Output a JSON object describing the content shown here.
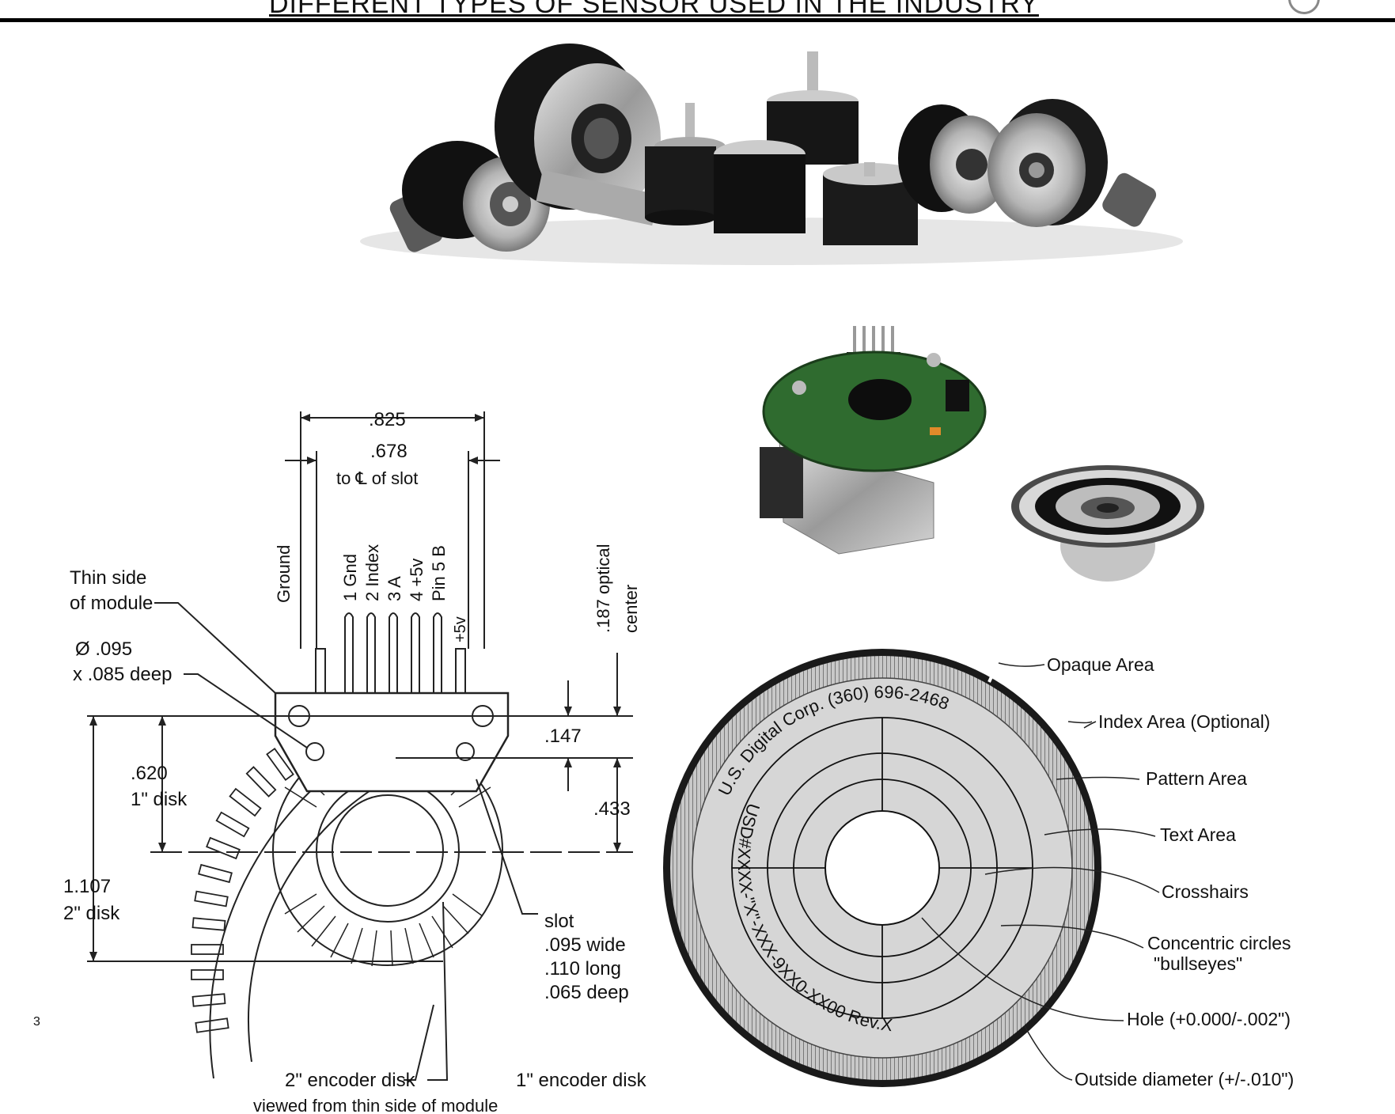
{
  "header": {
    "title": "DIFFERENT TYPES OF SENSOR USED IN THE INDUSTRY"
  },
  "page_number": "3",
  "drawing": {
    "dim_825": ".825",
    "dim_678": ".678",
    "to_cl_slot": "to ℄ of slot",
    "ground": "Ground",
    "pins": [
      "1 Gnd",
      "2 Index",
      "3 A",
      "4 +5v",
      "Pin 5 B"
    ],
    "pin_5v": "+5v",
    "optical_187": ".187 optical",
    "optical_center": "center",
    "thin_side_1": "Thin side",
    "thin_side_2": "of module",
    "hole_095": "Ø .095",
    "deep_085": "x .085 deep",
    "dim_147": ".147",
    "dim_620": ".620",
    "disk_1in": "1\" disk",
    "dim_433": ".433",
    "dim_1107": "1.107",
    "disk_2in": "2\" disk",
    "slot": "slot",
    "slot_wide": ".095 wide",
    "slot_long": ".110 long",
    "slot_deep": ".065 deep",
    "enc_2in": "2\" encoder disk",
    "enc_1in": "1\" encoder disk",
    "viewed_from": "viewed from thin side of module"
  },
  "disk_diagram": {
    "disk_text_top": "U.S. Digital Corp. (360) 696-2468",
    "disk_text_bottom": "USD#XXXX-\"X\"-XXX-9XX0-XX00 Rev.X",
    "labels": [
      "Opaque Area",
      "Index Area (Optional)",
      "Pattern Area",
      "Text Area",
      "Crosshairs",
      "Concentric circles",
      "\"bullseyes\"",
      "Hole (+0.000/-.002\")",
      "Outside diameter (+/-.010\")"
    ]
  }
}
